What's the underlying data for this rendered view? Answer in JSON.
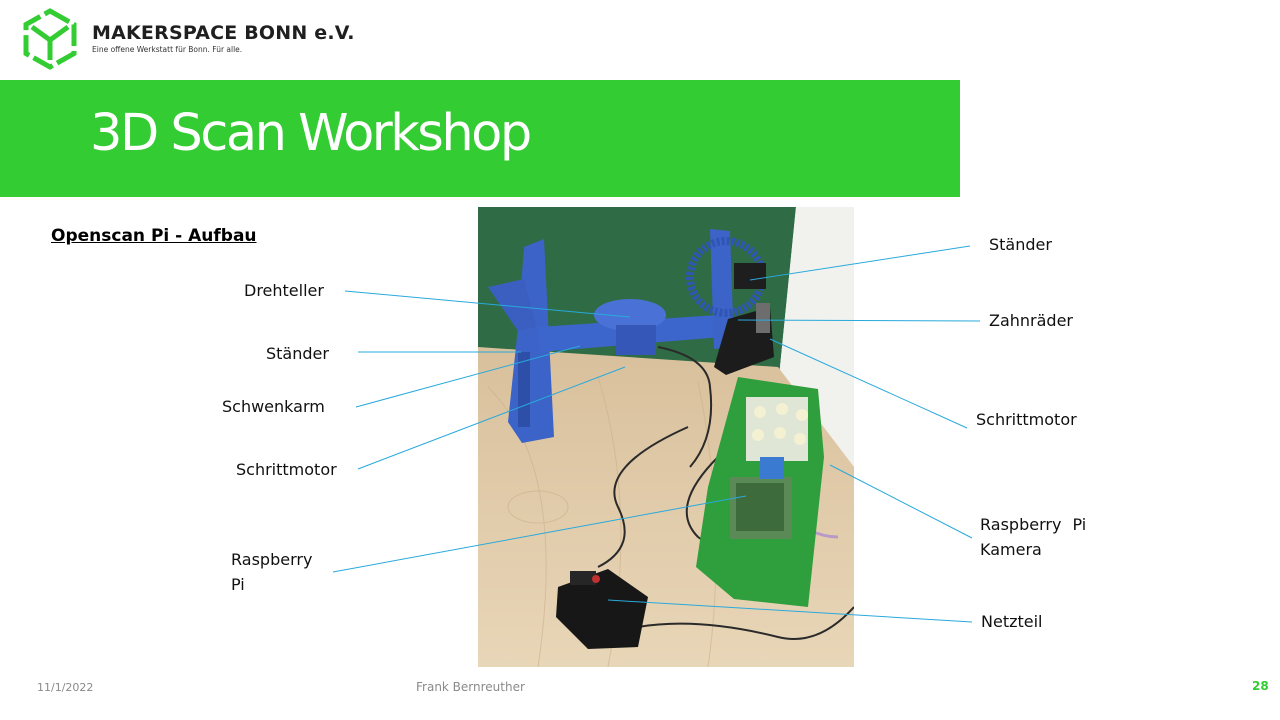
{
  "header": {
    "org_name": "MAKERSPACE BONN e.V.",
    "org_tagline": "Eine offene Werkstatt für Bonn. Für alle."
  },
  "slide": {
    "title": "3D Scan Workshop",
    "subtitle": "Openscan Pi - Aufbau"
  },
  "labels": {
    "left": [
      "Drehteller",
      "Ständer",
      "Schwenkarm",
      "Schrittmotor",
      "Raspberry",
      "Pi"
    ],
    "right": [
      "Ständer",
      "Zahnräder",
      "Schrittmotor",
      "Raspberry Pi",
      "Kamera",
      "Netzteil"
    ]
  },
  "footer": {
    "date": "11/1/2022",
    "author": "Frank Bernreuther",
    "page": "28"
  },
  "colors": {
    "brand_green": "#33cc33",
    "callout_line": "#29a9dc"
  }
}
